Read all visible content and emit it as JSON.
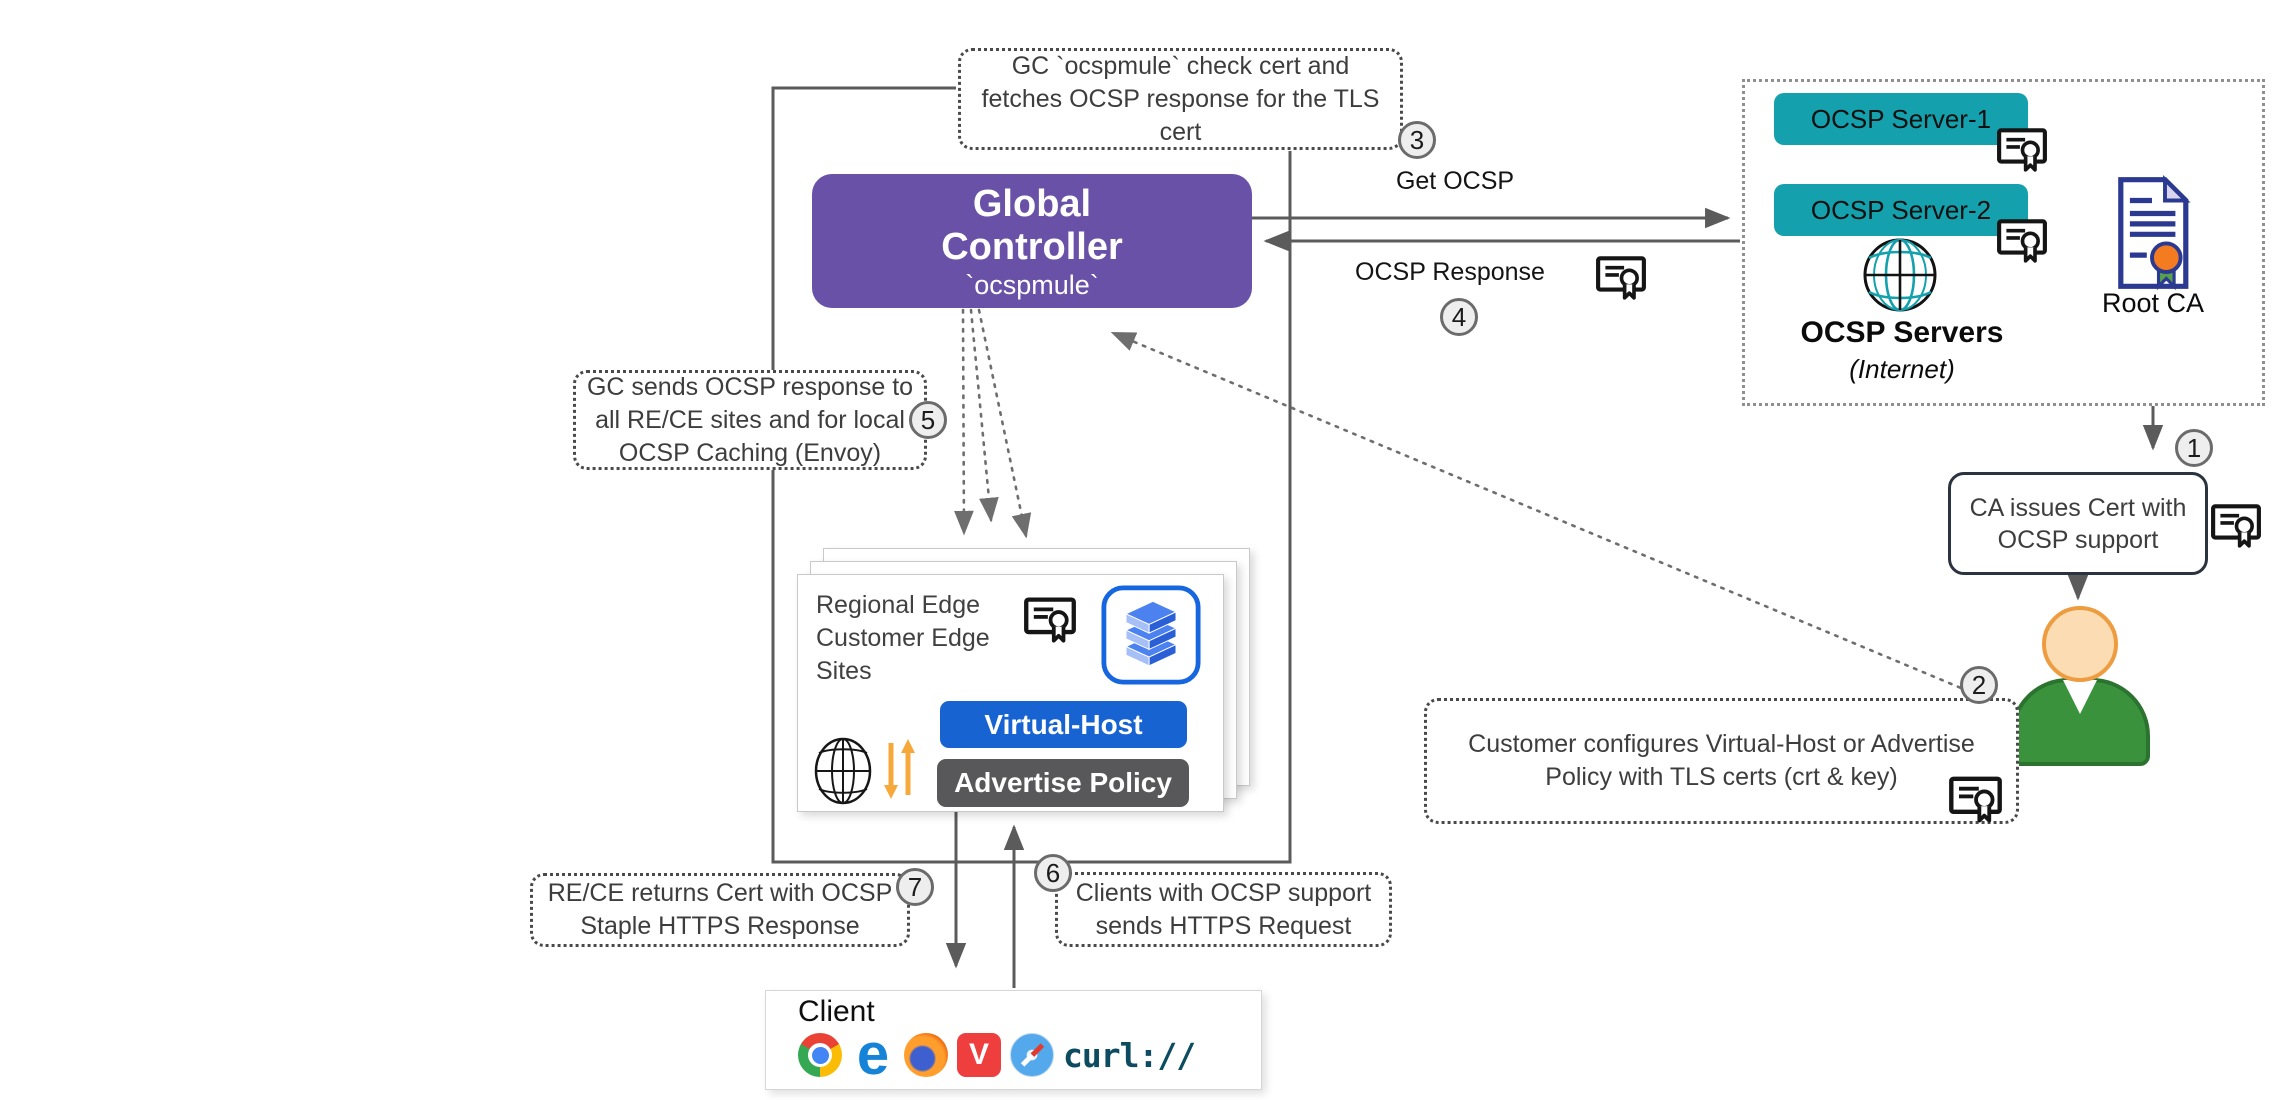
{
  "notes": {
    "note3": {
      "text": "GC `ocspmule` check cert and fetches OCSP response for the TLS cert",
      "badge": "3"
    },
    "note5": {
      "text": "GC sends OCSP response to all RE/CE sites and for local OCSP Caching (Envoy)",
      "badge": "5"
    },
    "note7": {
      "text": "RE/CE returns Cert with OCSP Staple HTTPS Response",
      "badge": "7"
    },
    "note6": {
      "text": "Clients with OCSP support sends HTTPS Request",
      "badge": "6"
    },
    "note2": {
      "text": "Customer configures Virtual-Host or Advertise Policy with TLS certs (crt & key)",
      "badge": "2"
    }
  },
  "global_controller": {
    "line1": "Global",
    "line2": "Controller",
    "subtitle": "`ocspmule`"
  },
  "edges": {
    "get_ocsp": "Get OCSP",
    "ocsp_response": "OCSP Response",
    "response_badge": "4"
  },
  "ocsp_cluster": {
    "server1": "OCSP Server-1",
    "server2": "OCSP Server-2",
    "label": "OCSP Servers",
    "sublabel": "(Internet)"
  },
  "root_ca": {
    "label": "Root CA",
    "issue_badge": "1"
  },
  "ca_box": {
    "text": "CA issues Cert with OCSP support"
  },
  "re_sites": {
    "line1": "Regional Edge",
    "line2": "Customer Edge",
    "line3": "Sites",
    "virtual_host": "Virtual-Host",
    "advertise_policy": "Advertise Policy"
  },
  "client": {
    "label": "Client",
    "curl_label": "curl://"
  },
  "icons": {
    "certificate": "certificate-with-seal-icon",
    "globe": "internet-globe-icon",
    "layers": "site-stack-icon",
    "person": "customer-person-icon",
    "browsers": [
      "chrome-icon",
      "edge-icon",
      "firefox-icon",
      "vivaldi-icon",
      "safari-icon",
      "curl-logo"
    ]
  },
  "colors": {
    "gc_purple": "#6951A8",
    "server_teal": "#14A0AC",
    "virtual_host_blue": "#1763D2",
    "advertise_gray": "#58585A",
    "connector_gray": "#5B5B5B"
  }
}
